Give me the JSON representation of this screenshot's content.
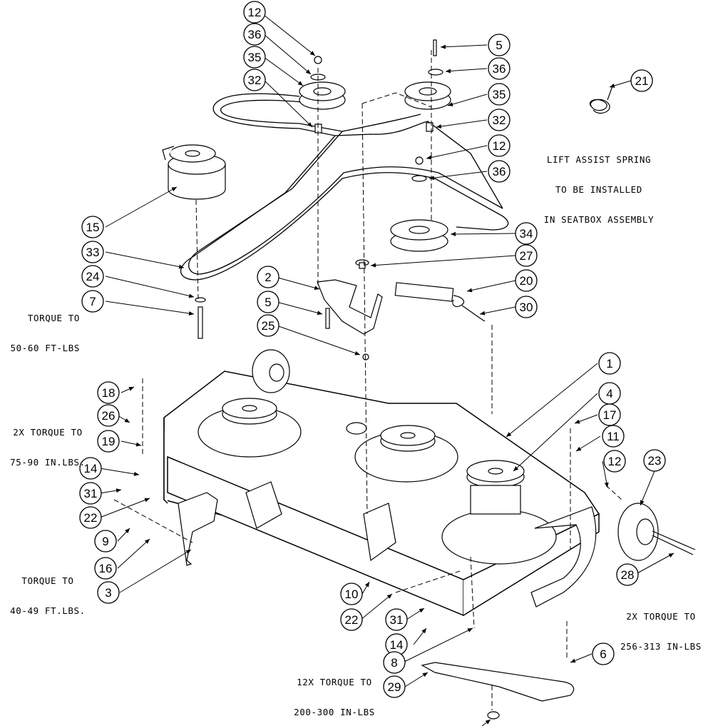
{
  "callouts": [
    "12",
    "36",
    "35",
    "32",
    "5",
    "36",
    "35",
    "32",
    "12",
    "36",
    "21",
    "15",
    "34",
    "27",
    "33",
    "2",
    "20",
    "24",
    "7",
    "5",
    "30",
    "25",
    "18",
    "1",
    "26",
    "4",
    "19",
    "17",
    "11",
    "12",
    "23",
    "14",
    "31",
    "22",
    "9",
    "16",
    "3",
    "28",
    "10",
    "22",
    "31",
    "14",
    "8",
    "6",
    "29"
  ],
  "notes": {
    "lift_assist_line1": "LIFT ASSIST SPRING",
    "lift_assist_line2": "TO BE INSTALLED",
    "lift_assist_line3": "IN SEATBOX ASSEMBLY",
    "torque_a_line1": "TORQUE TO",
    "torque_a_line2": "50-60 FT-LBS",
    "torque_b_line1": "2X TORQUE TO",
    "torque_b_line2": "75-90 IN.LBS.",
    "torque_c_line1": "TORQUE TO",
    "torque_c_line2": "40-49 FT.LBS.",
    "torque_d_line1": "2X TORQUE TO",
    "torque_d_line2": "256-313 IN-LBS",
    "torque_e_line1": "12X TORQUE TO",
    "torque_e_line2": "200-300 IN-LBS"
  }
}
